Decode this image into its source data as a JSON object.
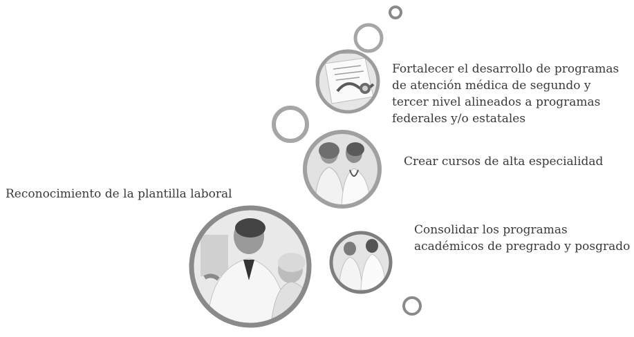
{
  "items": {
    "medical": "Fortalecer el desarrollo de programas\nde atención médica de segundo y\ntercer nivel alineados a programas\nfederales y/o estatales",
    "courses": "Crear cursos de alta especialidad",
    "staff": "Reconocimiento de la plantilla laboral",
    "academic": "Consolidar los programas\nacadémicos de pregrado y posgrado"
  },
  "photos": {
    "medical": "medical-documents-photo",
    "courses": "doctors-team-photo",
    "staff": "doctor-with-patient-photo",
    "academic": "students-photo"
  },
  "colors": {
    "ring_dark": "#7a7a7a",
    "ring_light": "#a8a8a8",
    "text": "#3a3a3a"
  }
}
